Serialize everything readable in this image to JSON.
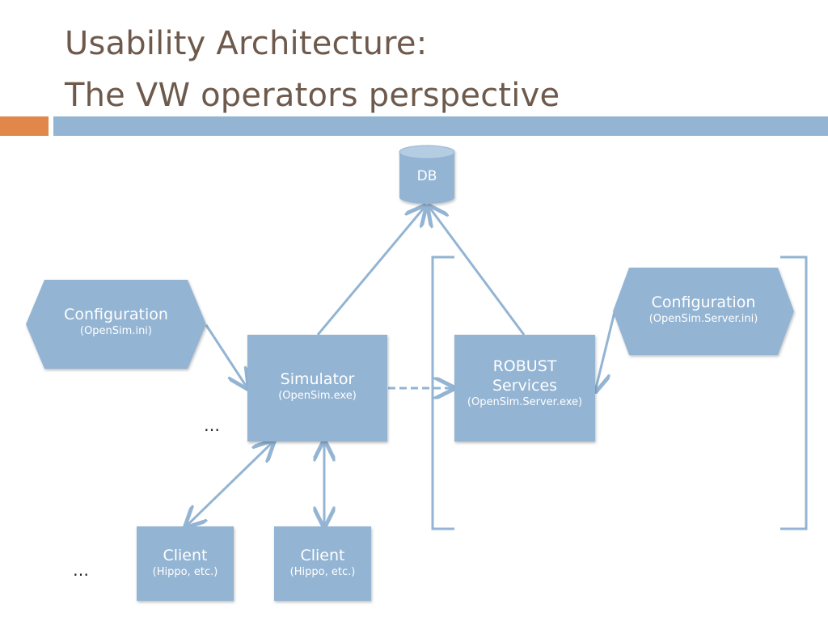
{
  "title": {
    "line1": "Usability Architecture:",
    "line2": "The VW operators perspective"
  },
  "diagram": {
    "db": "DB",
    "config_left": {
      "main": "Configuration",
      "sub": "(OpenSim.ini)"
    },
    "config_right": {
      "main": "Configuration",
      "sub": "(OpenSim.Server.ini)"
    },
    "simulator": {
      "main": "Simulator",
      "sub": "(OpenSim.exe)"
    },
    "robust": {
      "main_line1": "ROBUST",
      "main_line2": "Services",
      "sub": "(OpenSim.Server.exe)"
    },
    "client1": {
      "main": "Client",
      "sub": "(Hippo, etc.)"
    },
    "client2": {
      "main": "Client",
      "sub": "(Hippo, etc.)"
    },
    "ellipsis_mid": "…",
    "ellipsis_bottom": "…"
  },
  "colors": {
    "title": "#6e5a4c",
    "accent_orange": "#e1874a",
    "accent_blue": "#93b4d3",
    "shape_fill": "#93b4d3",
    "connector": "#93b4d3"
  }
}
